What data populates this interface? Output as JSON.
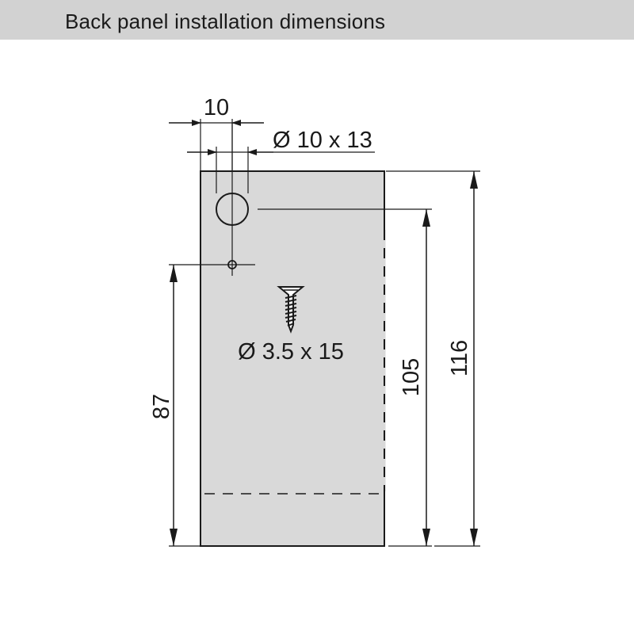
{
  "header": {
    "title": "Back panel installation dimensions"
  },
  "drawing": {
    "dim_width_top": "10",
    "hole_spec": "Ø 10 x 13",
    "screw_spec": "Ø 3.5 x 15",
    "dim_left_height": "87",
    "dim_inner_height": "105",
    "dim_outer_height": "116"
  },
  "colors": {
    "header_background": "#d2d2d2",
    "panel_fill": "#d9d9d9",
    "line": "#1a1a1a"
  }
}
